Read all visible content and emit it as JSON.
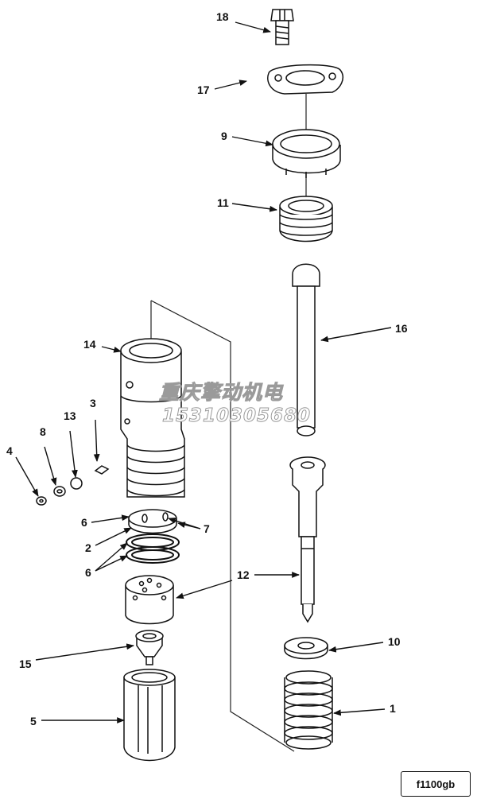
{
  "labels": {
    "p18": "18",
    "p17": "17",
    "p9": "9",
    "p11": "11",
    "p16": "16",
    "p14": "14",
    "p3": "3",
    "p13": "13",
    "p8": "8",
    "p4": "4",
    "p6a": "6",
    "p7": "7",
    "p2": "2",
    "p6b": "6",
    "p12": "12",
    "p10": "10",
    "p15": "15",
    "p5": "5",
    "p1": "1"
  },
  "watermark": {
    "company": "重庆擎动机电",
    "phone": "15310305680"
  },
  "figure_code": "f1100gb"
}
